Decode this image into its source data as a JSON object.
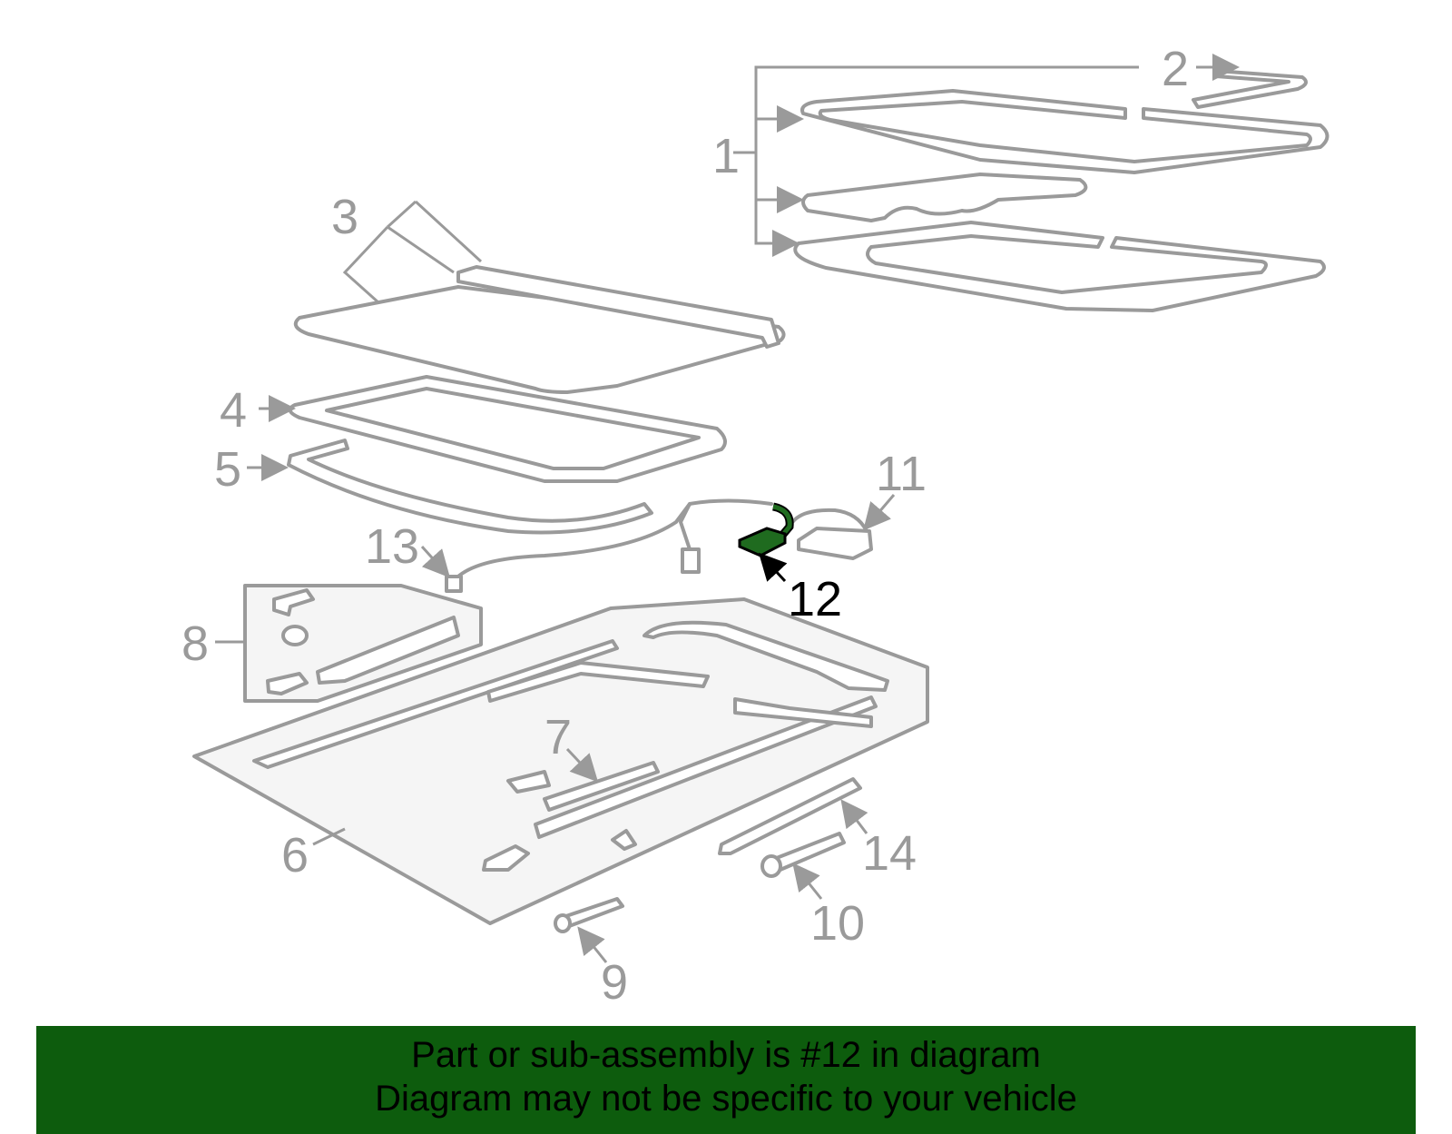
{
  "callouts": [
    "1",
    "2",
    "3",
    "4",
    "5",
    "6",
    "7",
    "8",
    "9",
    "10",
    "11",
    "12",
    "13",
    "14"
  ],
  "highlighted_part": "12",
  "colors": {
    "banner": "#0d5c0d",
    "highlight": "#1f6b1f",
    "parts": "#9a9a9a"
  },
  "banner": {
    "line1": "Part or sub-assembly is #12 in diagram",
    "line2": "Diagram may not be specific to your vehicle"
  }
}
